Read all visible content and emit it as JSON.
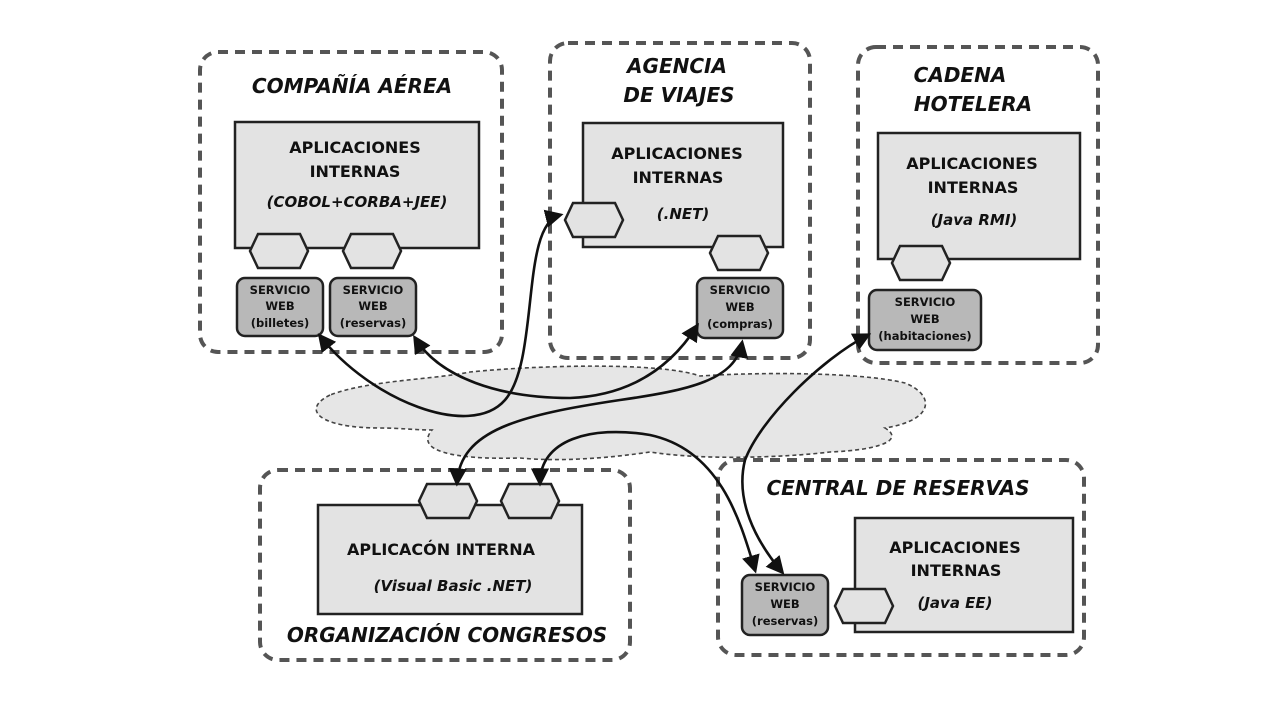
{
  "organizations": {
    "airline": {
      "title": "COMPAÑÍA  AÉREA",
      "app": {
        "line1": "APLICACIONES",
        "line2": "INTERNAS",
        "tech": "(COBOL+CORBA+JEE)"
      },
      "ws_billetes": {
        "line1": "SERVICIO",
        "line2": "WEB",
        "line3": "(billetes)"
      },
      "ws_reservas": {
        "line1": "SERVICIO",
        "line2": "WEB",
        "line3": "(reservas)"
      }
    },
    "travel_agency": {
      "title_line1": "AGENCIA",
      "title_line2": "DE VIAJES",
      "app": {
        "line1": "APLICACIONES",
        "line2": "INTERNAS",
        "tech": "(.NET)"
      },
      "ws_compras": {
        "line1": "SERVICIO",
        "line2": "WEB",
        "line3": "(compras)"
      }
    },
    "hotel_chain": {
      "title_line1": "CADENA",
      "title_line2": "HOTELERA",
      "app": {
        "line1": "APLICACIONES",
        "line2": "INTERNAS",
        "tech": "(Java RMI)"
      },
      "ws_habitaciones": {
        "line1": "SERVICIO",
        "line2": "WEB",
        "line3": "(habitaciones)"
      }
    },
    "congress_org": {
      "title": "ORGANIZACIÓN CONGRESOS",
      "app": {
        "line1": "APLICACÓN INTERNA",
        "tech": "(Visual Basic .NET)"
      }
    },
    "booking_center": {
      "title": "CENTRAL DE  RESERVAS",
      "app": {
        "line1": "APLICACIONES",
        "line2": "INTERNAS",
        "tech": "(Java EE)"
      },
      "ws_reservas": {
        "line1": "SERVICIO",
        "line2": "WEB",
        "line3": "(reservas)"
      }
    }
  },
  "colors": {
    "app_fill": "#e3e3e3",
    "service_fill": "#b8b8b8",
    "cloud_fill": "#e6e6e6",
    "border": "#555555"
  }
}
